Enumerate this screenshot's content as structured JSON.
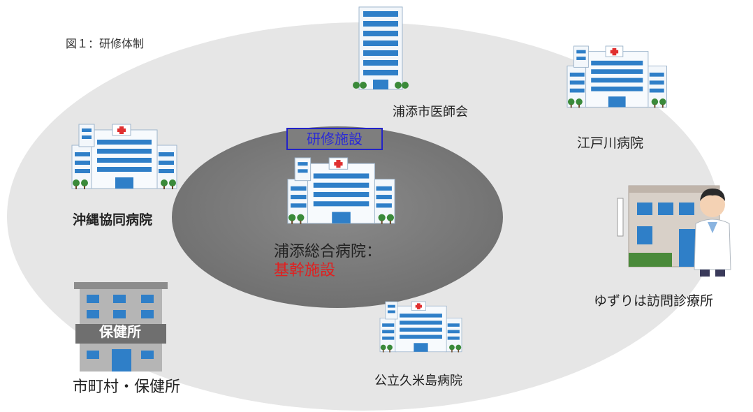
{
  "figure": {
    "title": "図１：研修体制",
    "core_box_label": "研修施設",
    "core_facility": {
      "name": "浦添総合病院：",
      "role": "基幹施設"
    },
    "facilities": {
      "ishikai": "浦添市医師会",
      "edogawa": "江戸川病院",
      "okinawa_kyodo": "沖縄協同病院",
      "yuzuriha": "ゆずりは訪問診療所",
      "shichoson": "市町村・保健所",
      "kumejima": "公立久米島病院"
    },
    "health_center_sign": "保健所"
  },
  "colors": {
    "outer_ring": "#e6e6e6",
    "inner_ring": "#7e7e7e",
    "core_role": "#e02020",
    "box_border": "#2323c8",
    "building_blue": "#2f7fc8",
    "cross_red": "#e03030"
  }
}
